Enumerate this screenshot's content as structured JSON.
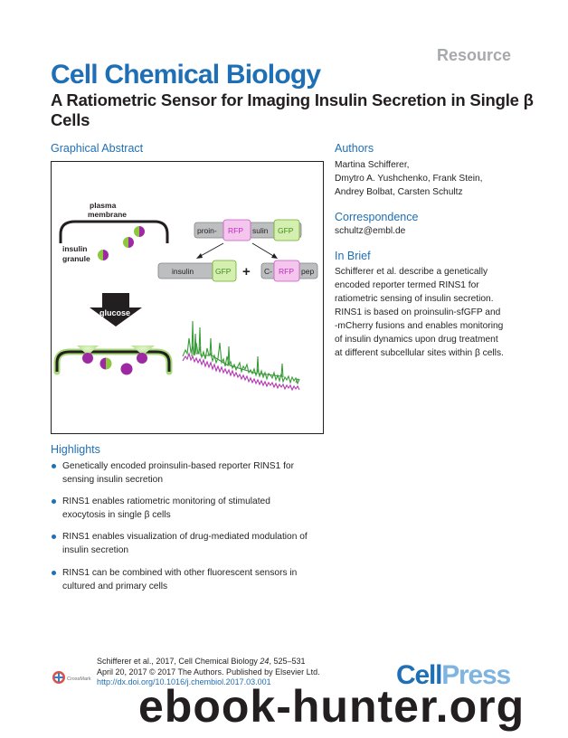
{
  "header": {
    "resource_label": "Resource",
    "journal": "Cell Chemical Biology",
    "title": "A Ratiometric Sensor for Imaging Insulin Secretion in Single β Cells"
  },
  "graphical_abstract": {
    "heading": "Graphical Abstract",
    "labels": {
      "plasma": "plasma",
      "membrane": "membrane",
      "insulin": "insulin",
      "granule": "granule",
      "proin": "proin-",
      "rfp": "RFP",
      "sulin": "sulin",
      "gfp": "GFP",
      "insulin_product": "insulin",
      "c": "C-",
      "pep": "pep",
      "plus": "+",
      "glucose": "glucose"
    },
    "colors": {
      "gfp_green": "#8dc63f",
      "rfp_pink": "#e58cd6",
      "granule_purple": "#9e2aa3",
      "membrane_glow": "#c7e8a0",
      "trace_green": "#3a9a3a",
      "trace_magenta": "#b03ab0"
    }
  },
  "authors": {
    "heading": "Authors",
    "lines": [
      "Martina Schifferer,",
      "Dmytro A. Yushchenko, Frank Stein,",
      "Andrey Bolbat, Carsten Schultz"
    ]
  },
  "correspondence": {
    "heading": "Correspondence",
    "email": "schultz@embl.de"
  },
  "in_brief": {
    "heading": "In Brief",
    "lines": [
      "Schifferer et al. describe a genetically",
      "encoded reporter termed RINS1 for",
      "ratiometric sensing of insulin secretion.",
      "RINS1 is based on proinsulin-sfGFP and",
      "-mCherry fusions and enables monitoring",
      "of insulin dynamics upon drug treatment",
      "at different subcellular sites within β cells."
    ]
  },
  "highlights": {
    "heading": "Highlights",
    "items": [
      [
        "Genetically encoded proinsulin-based reporter RINS1 for",
        "sensing insulin secretion"
      ],
      [
        "RINS1 enables ratiometric monitoring of stimulated",
        "exocytosis in single β cells"
      ],
      [
        "RINS1 enables visualization of drug-mediated modulation of",
        "insulin secretion"
      ],
      [
        "RINS1 can be combined with other fluorescent sensors in",
        "cultured and primary cells"
      ]
    ]
  },
  "footer": {
    "citation_prefix": "Schifferer et al., 2017, Cell Chemical Biology ",
    "citation_volume": "24",
    "citation_pages": ", 525–531",
    "line2": "April 20, 2017 © 2017 The Authors. Published by Elsevier Ltd.",
    "doi": "http://dx.doi.org/10.1016/j.chembiol.2017.03.001",
    "crossmark": "CrossMark"
  },
  "publisher": {
    "cell": "Cell",
    "press": "Press"
  },
  "watermark": "ebook-hunter.org"
}
